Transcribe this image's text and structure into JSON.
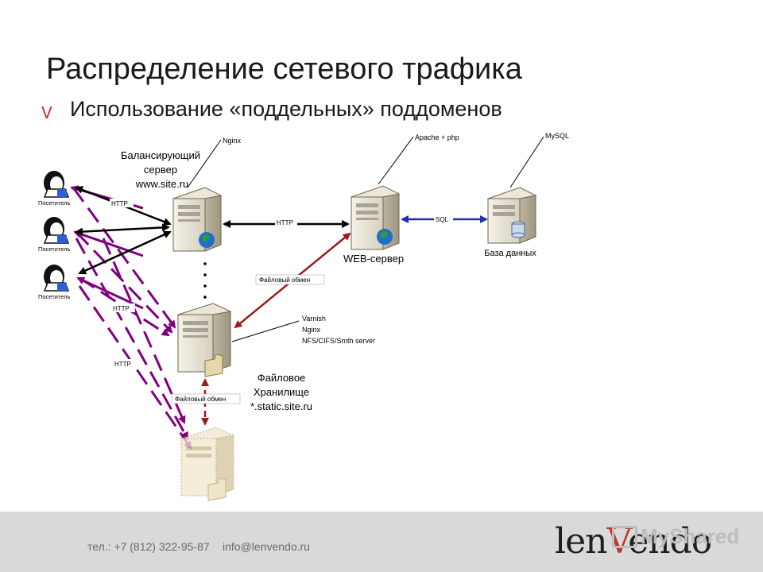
{
  "slide": {
    "title": "Распределение сетевого трафика",
    "bullet_marker": "V",
    "subtitle": "Использование «поддельных» поддоменов"
  },
  "diagram": {
    "visitor_label": "Посетитель",
    "balancer": {
      "callout": "Nginx",
      "label_lines": [
        "Балансирующий",
        "сервер",
        "www.site.ru"
      ]
    },
    "web_server": {
      "callout": "Apache + php",
      "label": "WEB-сервер"
    },
    "database": {
      "callout": "MySQL",
      "label": "База данных"
    },
    "file_storage": {
      "callout_lines": [
        "Varnish",
        "Nginx",
        "NFS/CIFS/Smth server"
      ],
      "label_lines": [
        "Файловое",
        "Хранилище",
        "*.static.site.ru"
      ]
    },
    "connection_labels": {
      "http_top": "HTTP",
      "http_mid": "HTTP",
      "http_low": "HTTP",
      "http_web": "HTTP",
      "sql": "SQL",
      "file_exchange_1": "Файловый обмен",
      "file_exchange_2": "Файловый обмен"
    },
    "colors": {
      "purple_arrow": "#800080",
      "dark_red_arrow": "#9b1c1c",
      "blue_arrow": "#1f2fb0",
      "black_arrow": "#000000"
    }
  },
  "footer": {
    "phone": "тел.: +7 (812) 322-95-87",
    "email": "info@lenvendo.ru",
    "logo_left": "len",
    "logo_v": "V",
    "logo_right": "endo",
    "watermark": "MyShared"
  }
}
